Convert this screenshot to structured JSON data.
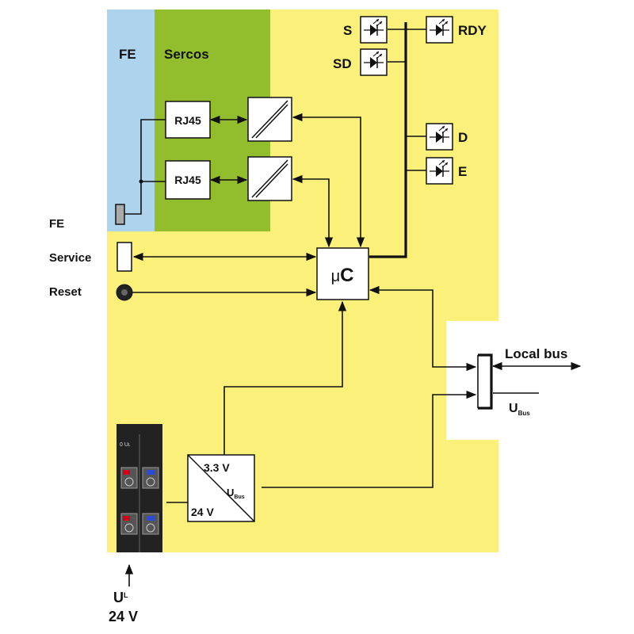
{
  "zones": {
    "fe": "FE",
    "sercos": "Sercos"
  },
  "ports": {
    "rj45_top": "RJ45",
    "rj45_bottom": "RJ45"
  },
  "leds": {
    "s": "S",
    "sd": "SD",
    "rdy": "RDY",
    "d": "D",
    "e": "E"
  },
  "side_labels": {
    "fe": "FE",
    "service": "Service",
    "reset": "Reset"
  },
  "controller": {
    "mu": "μ",
    "c": "C"
  },
  "local_bus": {
    "label": "Local bus",
    "ubus": "U",
    "ubus_sub": "Bus"
  },
  "converter": {
    "v33": "3.3 V",
    "v24": "24 V",
    "ubus": "U",
    "ubus_sub": "Bus"
  },
  "connector": {
    "top_label": "0 U",
    "sub": "L"
  },
  "supply": {
    "u": "U",
    "u_sub": "L",
    "v": "24 V"
  },
  "colors": {
    "board": "#fbf17a",
    "fe_zone": "#aed3ec",
    "sercos_zone": "#92bd2d",
    "connector": "#222222"
  }
}
